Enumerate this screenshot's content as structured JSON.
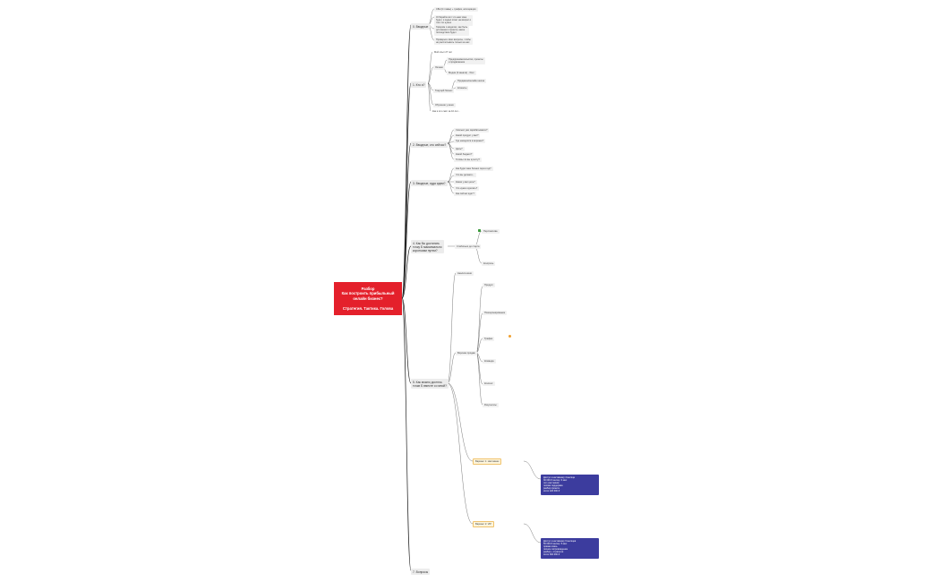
{
  "root": {
    "title": "Разбор\nКак построить прибыльный\nонлайн бизнес?\n\nСтратегия. Тактика. Голова"
  },
  "branches": [
    {
      "label": "0. Вводные",
      "children": [
        "СБН (4 главы) + трафик, ассоциация",
        "Отбирайте вот что нам тоже\nбудет, я задал ответ на вопрос о\nтом что нужно",
        "Говорим о моделях, как быть\nдля вашего проекта, какое\nпоследствия будет",
        "Проверьте свои вопросы, чтобы\nне рассчитывать только на нас"
      ]
    },
    {
      "label": "1. Кто я?",
      "children": [
        "Мой опыт 27 лет",
        "Личная",
        "Предпринимательство, проекты\nи продвижение",
        "Медиа (3 канала) - блог",
        "Текущий бизнес",
        "Продакшн/онлайн школа",
        "Клиенты",
        "Обучение у меня",
        "Как я это смог за 10 лет..."
      ]
    },
    {
      "label": "2. Вводные, кто сейчас?",
      "children": [
        "Сколько уже зарабатываете?",
        "Какой продукт у вас?",
        "Где находятся в воронке?",
        "Цель?",
        "Какой бюджет?",
        "Готовы ли вы к росту?"
      ]
    },
    {
      "label": "3. Вводные, куда идем?",
      "children": [
        "Как будет ваш бизнес через год?",
        "Что вы делаете...",
        "Какая у вас цель?",
        "Что нужно сделать?",
        "Как сейчас идет?"
      ]
    },
    {
      "label": "4. Как бы достигать\nточку Б максимально\nкороткими путем?",
      "children": [
        "Стабильно до старта",
        "Перспектива",
        "Контроль"
      ]
    },
    {
      "label": "5. Как можно достичь\nточки Б вместе со мной?",
      "children": [
        "Анализ ниши",
        "Продукт",
        "Позиционирование",
        "Трафик",
        "Воронка продаж",
        "Команда",
        "Контент",
        "Результаты",
        "Вариант 1: Наставник",
        "Вариант 2: VIP"
      ]
    },
    {
      "label": "7. Вопросы",
      "children": []
    }
  ],
  "plans": [
    {
      "text": "Доступ к наставнику 4 месяца\n30 000 ₽ месяц / 4 мес\nчат участников\nличная поддержка\nразбор проекта\nитого 120 000 ₽"
    },
    {
      "text": "Доступ к наставнику 6 месяцев\n50 000 ₽ месяц / 6 мес\nпрямая связь\nличное сопровождение\nразбор + стратегия\nитого 300 000 ₽"
    }
  ]
}
